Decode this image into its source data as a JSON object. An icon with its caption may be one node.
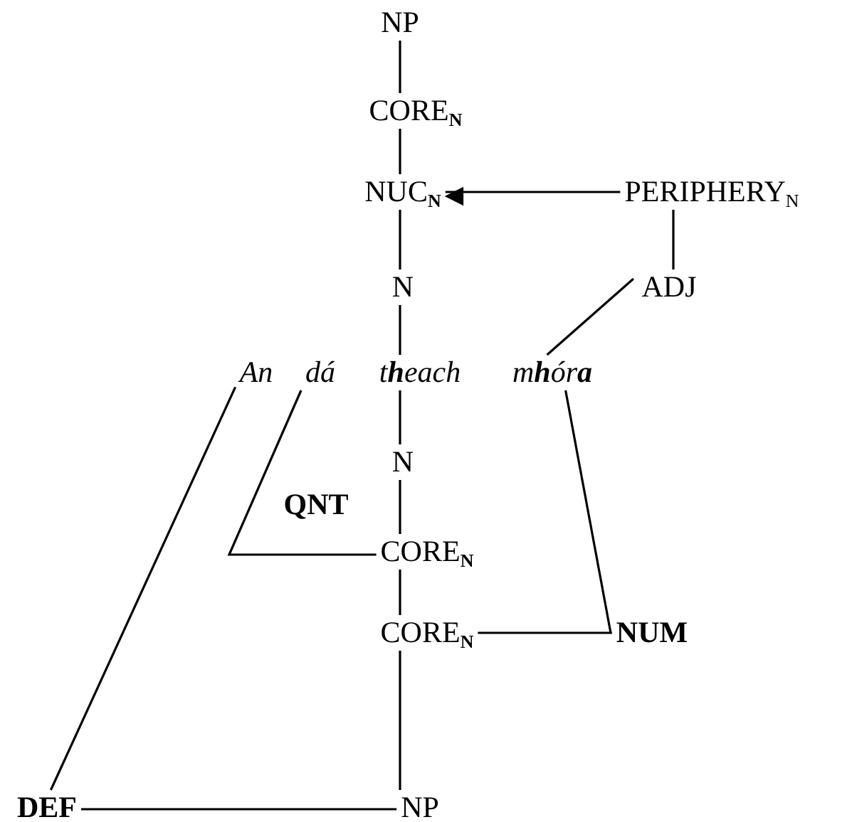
{
  "diagram": {
    "nodes": [
      {
        "text": [
          "NP"
        ]
      },
      {
        "text": [
          "CORE$_{N}$"
        ]
      },
      {
        "text": [
          "NUC$_{N}$"
        ]
      },
      {
        "text": [
          "PERIPHERY$_{N}$"
        ]
      },
      {
        "text": [
          "N"
        ]
      },
      {
        "text": [
          "ADJ"
        ]
      },
      {
        "text": [
          "An"
        ]
      },
      {
        "text": [
          "dá"
        ]
      },
      {
        "text": [
          "t**h**each"
        ]
      },
      {
        "text": [
          "m**h**ór**a**"
        ]
      },
      {
        "text": [
          "N"
        ]
      },
      {
        "text": [
          "CORE$_{N}$"
        ]
      },
      {
        "text": [
          "CORE$_{N}$"
        ]
      },
      {
        "text": [
          "NUM"
        ]
      },
      {
        "text": [
          "NP"
        ]
      },
      {
        "text": [
          "DEF"
        ]
      }
    ],
    "edges": [
      {
        "from": 0,
        "to": 1,
        "arrow": "none"
      },
      {
        "from": 1,
        "to": 2,
        "arrow": "none"
      },
      {
        "from": 3,
        "to": 2,
        "arrow": "to"
      },
      {
        "from": 2,
        "to": 4,
        "arrow": "none"
      },
      {
        "from": 3,
        "to": 5,
        "arrow": "none"
      },
      {
        "from": 5,
        "to": 9,
        "arrow": "none"
      },
      {
        "from": 4,
        "to": 8,
        "arrow": "none"
      },
      {
        "from": 8,
        "to": 10,
        "arrow": "none"
      },
      {
        "from": 10,
        "to": 11,
        "arrow": "none"
      },
      {
        "from": 11,
        "to": 12,
        "arrow": "none"
      },
      {
        "from": 12,
        "to": 14,
        "arrow": "none"
      },
      {
        "from": 7,
        "to": 11,
        "arrow": "none",
        "label": "QNT"
      },
      {
        "from": 13,
        "to": 12,
        "arrow": "none"
      },
      {
        "from": 9,
        "to": 13,
        "arrow": "none"
      },
      {
        "from": 6,
        "to": 15,
        "arrow": "none"
      },
      {
        "from": 15,
        "to": 14,
        "arrow": "none"
      }
    ]
  }
}
